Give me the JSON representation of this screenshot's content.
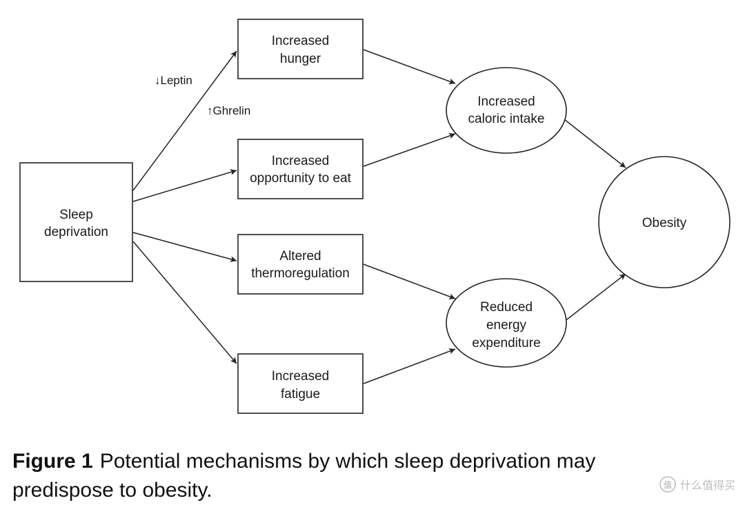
{
  "diagram": {
    "nodes": {
      "sleep": [
        "Sleep",
        "deprivation"
      ],
      "hunger": [
        "Increased",
        "hunger"
      ],
      "opportunity": [
        "Increased",
        "opportunity to eat"
      ],
      "thermo": [
        "Altered",
        "thermoregulation"
      ],
      "fatigue": [
        "Increased",
        "fatigue"
      ],
      "caloric": [
        "Increased",
        "caloric intake"
      ],
      "energy": [
        "Reduced",
        "energy",
        "expenditure"
      ],
      "obesity": [
        "Obesity"
      ]
    },
    "edge_labels": {
      "leptin": "↓Leptin",
      "ghrelin": "↑Ghrelin"
    },
    "edges": [
      [
        "sleep",
        "hunger"
      ],
      [
        "sleep",
        "opportunity"
      ],
      [
        "sleep",
        "thermo"
      ],
      [
        "sleep",
        "fatigue"
      ],
      [
        "hunger",
        "caloric"
      ],
      [
        "opportunity",
        "caloric"
      ],
      [
        "thermo",
        "energy"
      ],
      [
        "fatigue",
        "energy"
      ],
      [
        "caloric",
        "obesity"
      ],
      [
        "energy",
        "obesity"
      ]
    ]
  },
  "caption": {
    "label": "Figure 1",
    "text": "Potential mechanisms by which sleep deprivation may predispose to obesity."
  },
  "watermark": {
    "badge": "值",
    "text": "什么值得买"
  }
}
